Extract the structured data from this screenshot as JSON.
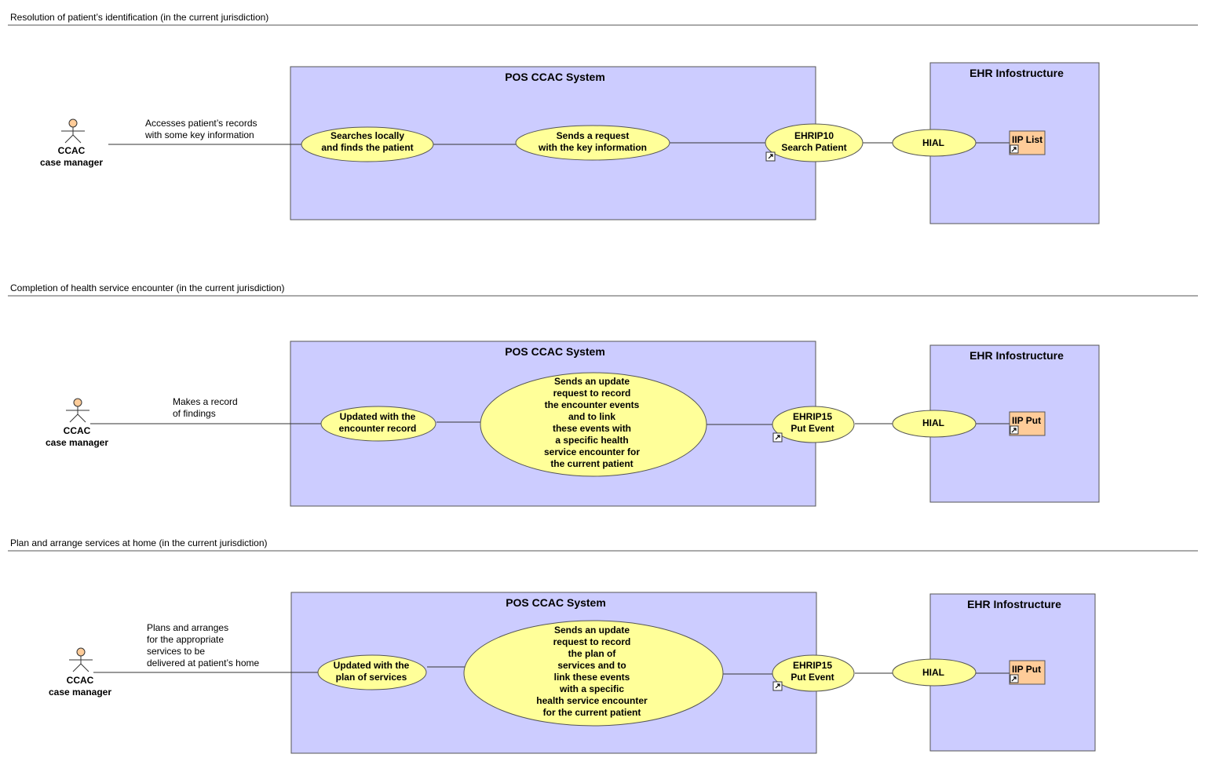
{
  "sections": [
    {
      "title": "Resolution of patient’s identification (in the current jurisdiction)",
      "actor": {
        "line1": "CCAC",
        "line2": "case manager"
      },
      "note": [
        "Accesses patient’s records",
        "with some key information"
      ],
      "pos_system": "POS CCAC System",
      "uc1": [
        "Searches locally",
        "and finds the patient"
      ],
      "uc2": [
        "Sends a request",
        "with the key information"
      ],
      "ehrip": [
        "EHRIP10",
        "Search Patient"
      ],
      "hial": "HIAL",
      "ehr_system": "EHR Infostructure",
      "component": "IIP List"
    },
    {
      "title": "Completion of health service encounter (in the current jurisdiction)",
      "actor": {
        "line1": "CCAC",
        "line2": "case manager"
      },
      "note": [
        "Makes a record",
        "of findings"
      ],
      "pos_system": "POS CCAC System",
      "uc1": [
        "Updated with the",
        "encounter record"
      ],
      "uc2": [
        "Sends an update",
        "request to record",
        "the encounter events",
        "and to link",
        "these events with",
        "a specific health",
        "service encounter for",
        "the current patient"
      ],
      "ehrip": [
        "EHRIP15",
        "Put Event"
      ],
      "hial": "HIAL",
      "ehr_system": "EHR Infostructure",
      "component": "IIP Put"
    },
    {
      "title": "Plan and arrange services at home (in the current jurisdiction)",
      "actor": {
        "line1": "CCAC",
        "line2": "case manager"
      },
      "note": [
        "Plans and arranges",
        "for the appropriate",
        "services to be",
        "delivered at patient’s home"
      ],
      "pos_system": "POS CCAC System",
      "uc1": [
        "Updated with the",
        "plan of services"
      ],
      "uc2": [
        "Sends an update",
        "request to record",
        "the plan of",
        "services and to",
        "link these events",
        "with a specific",
        "health service encounter",
        "for the current patient"
      ],
      "ehrip": [
        "EHRIP15",
        "Put Event"
      ],
      "hial": "HIAL",
      "ehr_system": "EHR Infostructure",
      "component": "IIP Put"
    }
  ],
  "colors": {
    "system_fill": "#ccccff",
    "usecase_fill": "#ffff99",
    "component_fill": "#ffcc99",
    "actor_head": "#ffcc99"
  }
}
